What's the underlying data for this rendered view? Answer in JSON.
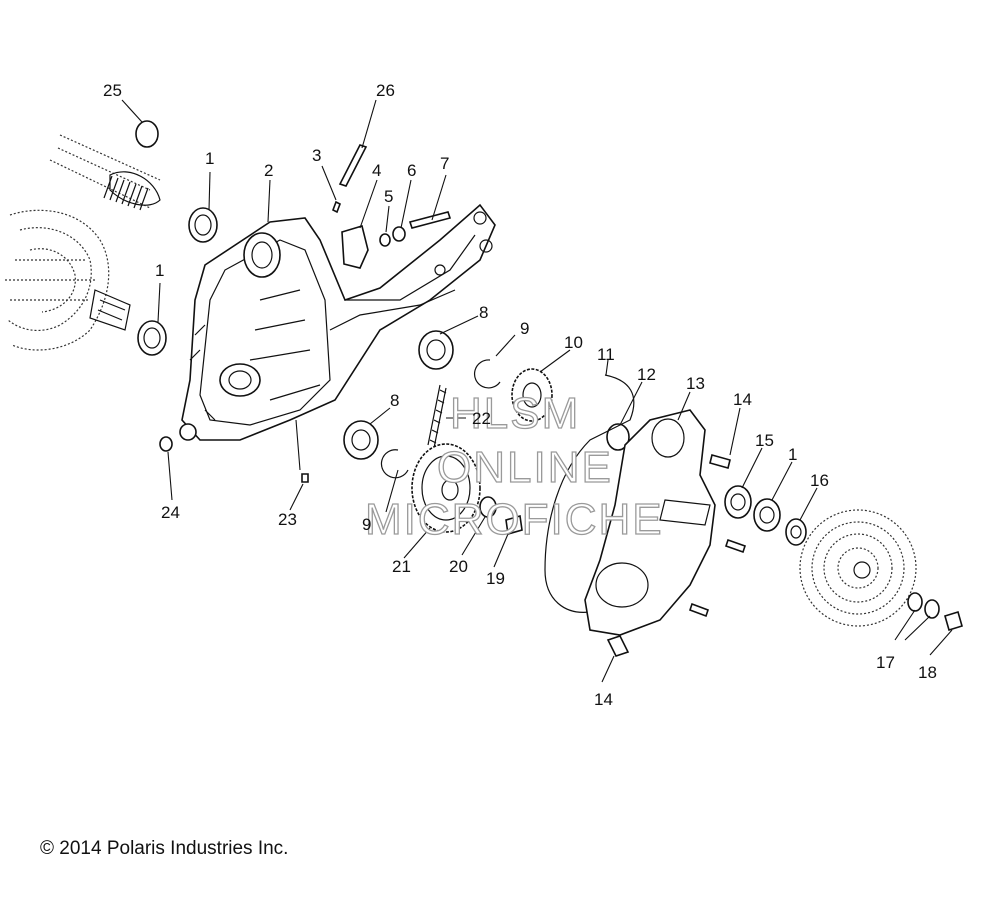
{
  "callouts": {
    "c1a": "1",
    "c1b": "1",
    "c1c": "1",
    "c2": "2",
    "c3": "3",
    "c4": "4",
    "c5": "5",
    "c6": "6",
    "c7": "7",
    "c8a": "8",
    "c8b": "8",
    "c9a": "9",
    "c9b": "9",
    "c10": "10",
    "c11": "11",
    "c12": "12",
    "c13": "13",
    "c14a": "14",
    "c14b": "14",
    "c15": "15",
    "c16": "16",
    "c17": "17",
    "c18": "18",
    "c19": "19",
    "c20": "20",
    "c21": "21",
    "c22": "22",
    "c23": "23",
    "c24": "24",
    "c25": "25",
    "c26": "26"
  },
  "watermark": {
    "line1": "HLSM",
    "line2": "ONLINE",
    "line3": "MICROFICHE"
  },
  "copyright": "© 2014 Polaris Industries Inc."
}
